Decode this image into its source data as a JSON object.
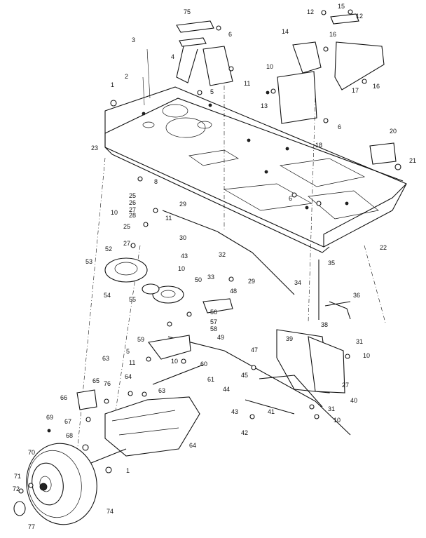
{
  "diagram": {
    "labels": [
      "75",
      "6",
      "3",
      "4",
      "2",
      "1",
      "5",
      "10",
      "11",
      "12",
      "15",
      "12",
      "14",
      "16",
      "17",
      "16",
      "13",
      "6",
      "23",
      "20",
      "21",
      "18",
      "6",
      "22",
      "8",
      "25",
      "26",
      "27",
      "28",
      "29",
      "10",
      "25",
      "11",
      "27",
      "30",
      "52",
      "32",
      "53",
      "43",
      "10",
      "33",
      "29",
      "54",
      "55",
      "50",
      "34",
      "35",
      "36",
      "48",
      "56",
      "57",
      "58",
      "49",
      "59",
      "5",
      "10",
      "38",
      "39",
      "31",
      "10",
      "47",
      "63",
      "11",
      "60",
      "61",
      "45",
      "27",
      "40",
      "44",
      "64",
      "76",
      "65",
      "63",
      "66",
      "41",
      "31",
      "10",
      "43",
      "67",
      "42",
      "69",
      "68",
      "64",
      "70",
      "1",
      "71",
      "72",
      "74",
      "77"
    ]
  }
}
